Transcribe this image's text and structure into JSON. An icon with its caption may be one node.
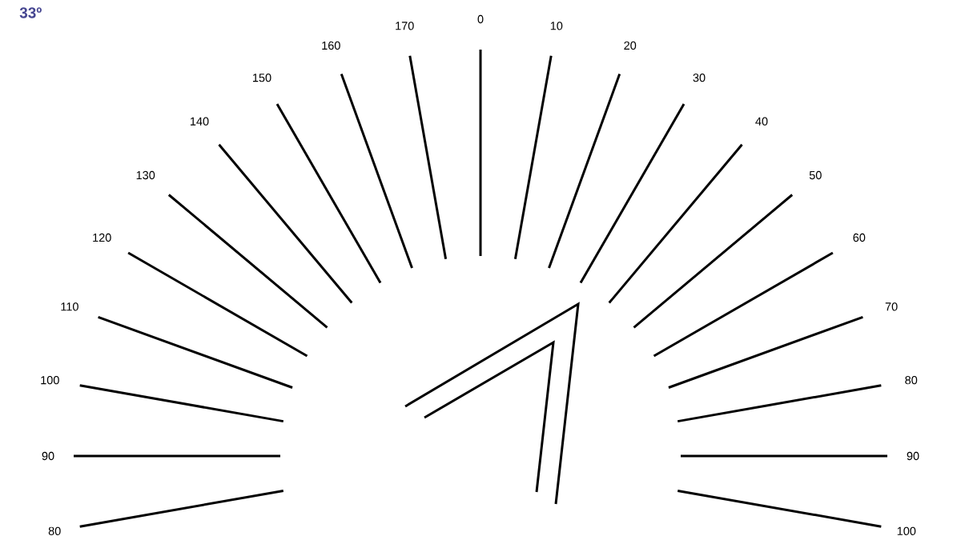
{
  "diagram": {
    "title": "33º",
    "labels": [
      "0",
      "170",
      "10",
      "160",
      "20",
      "150",
      "30",
      "140",
      "40",
      "130",
      "50",
      "120",
      "60",
      "110",
      "70",
      "100",
      "80",
      "90",
      "90",
      "80",
      "100"
    ]
  }
}
